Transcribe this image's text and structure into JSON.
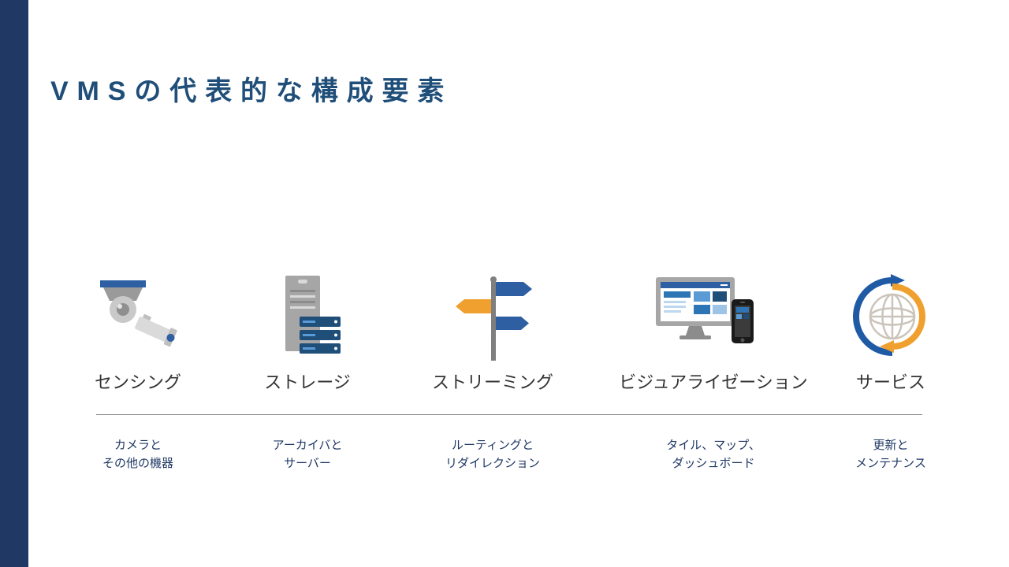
{
  "slide": {
    "title": "VMSの代表的な構成要素"
  },
  "colors": {
    "accent_bar": "#1F3864",
    "title_blue": "#1F4E79",
    "label_gray": "#333333",
    "description_navy": "#1F3864",
    "icon_blue": "#2E5FA3",
    "icon_navy": "#1F4E79",
    "icon_orange": "#F0A02E",
    "icon_gray": "#A6A6A6"
  },
  "columns": [
    {
      "label": "センシング",
      "description": "カメラと\nその他の機器",
      "icon": "security-cameras-icon"
    },
    {
      "label": "ストレージ",
      "description": "アーカイバと\nサーバー",
      "icon": "server-storage-icon"
    },
    {
      "label": "ストリーミング",
      "description": "ルーティングと\nリダイレクション",
      "icon": "signpost-icon"
    },
    {
      "label": "ビジュアライゼーション",
      "description": "タイル、マップ、\nダッシュボード",
      "icon": "monitor-and-phone-icon"
    },
    {
      "label": "サービス",
      "description": "更新と\nメンテナンス",
      "icon": "globe-sync-icon"
    }
  ]
}
